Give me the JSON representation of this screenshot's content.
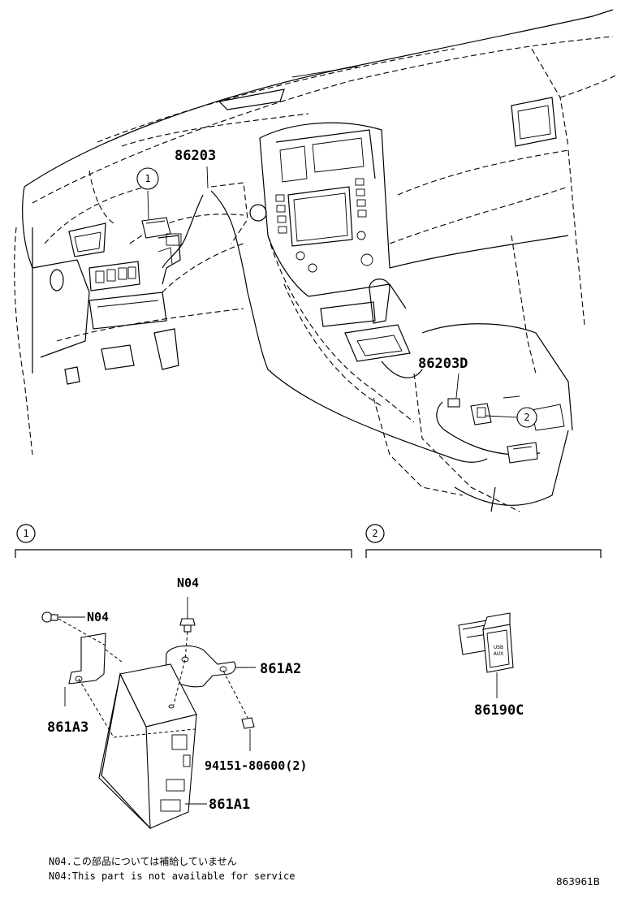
{
  "callouts": {
    "harness_front": "86203",
    "harness_console": "86203D",
    "ref_1": "1",
    "ref_2": "2"
  },
  "section_1": {
    "marker": "1",
    "parts": {
      "bolt_top": "N04",
      "bolt_left": "N04",
      "bracket_right": "861A2",
      "bracket_left": "861A3",
      "nut": "94151-80600(2)",
      "module": "861A1"
    }
  },
  "section_2": {
    "marker": "2",
    "switch_label_line1": "USB",
    "switch_label_line2": "AUX",
    "parts": {
      "switch": "86190C"
    }
  },
  "notes": {
    "jp": "N04.この部品については補給していません",
    "en": "N04:This part is not available for service"
  },
  "drawing_code": "863961B"
}
